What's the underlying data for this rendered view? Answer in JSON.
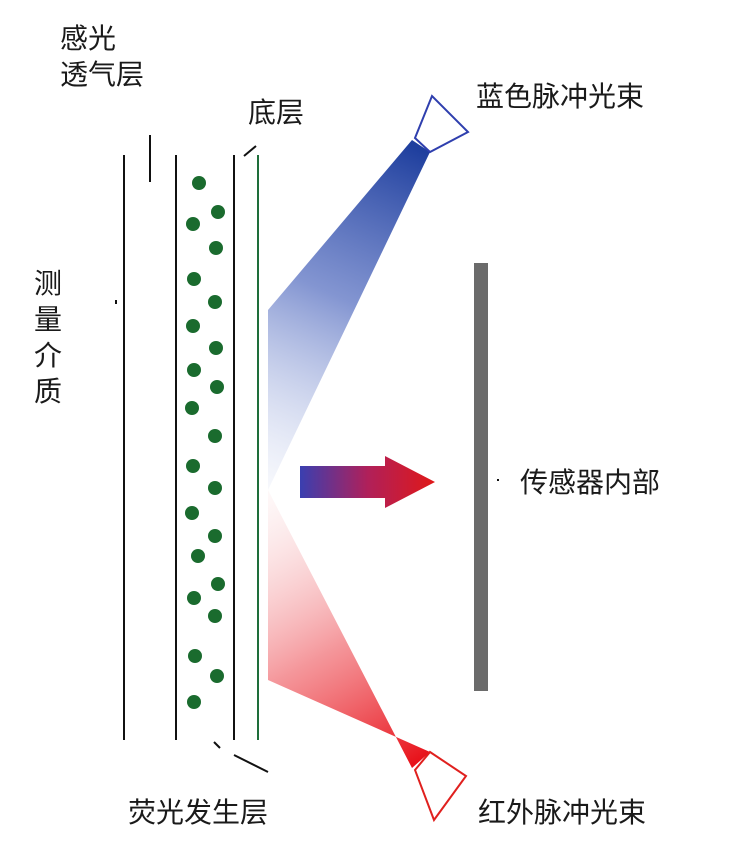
{
  "labels": {
    "photosensitive_layer_line1": "感光",
    "photosensitive_layer_line2": "透气层",
    "base_layer": "底层",
    "blue_pulse_beam": "蓝色脉冲光束",
    "measured_medium": "测量介质",
    "sensor_interior": "传感器内部",
    "fluorescent_layer": "荧光发生层",
    "red_pulse_beam": "红外脉冲光束"
  },
  "colors": {
    "line": "#111111",
    "base_layer_line": "#1e6e3a",
    "dots": "#1a6b2e",
    "blue_beam": "#1f3f9e",
    "red_beam": "#e8121a",
    "emitter_blue_outline": "#2f3fae",
    "emitter_red_outline": "#e0201e",
    "sensor_bar": "#6b6b6b"
  }
}
